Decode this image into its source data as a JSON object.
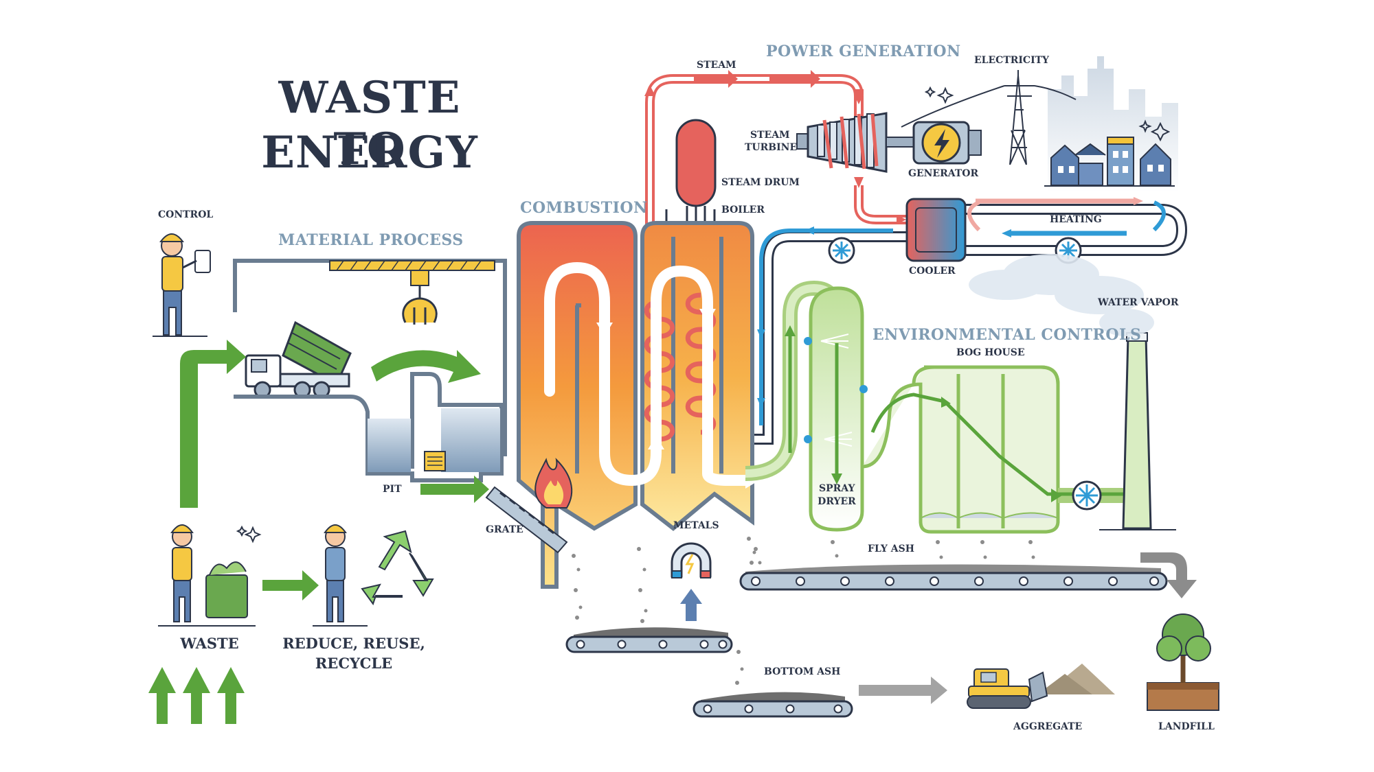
{
  "title": {
    "line1": "WASTE TO",
    "line2": "ENERGY"
  },
  "sections": {
    "power_generation": "POWER GENERATION",
    "combustion": "COMBUSTION",
    "material_process": "MATERIAL PROCESS",
    "environmental_controls": "ENVIRONMENTAL CONTROLS"
  },
  "labels": {
    "steam": "STEAM",
    "electricity": "ELECTRICITY",
    "steam_turbine_1": "STEAM",
    "steam_turbine_2": "TURBINE",
    "generator": "GENERATOR",
    "steam_drum": "STEAM DRUM",
    "boiler": "BOILER",
    "heating": "HEATING",
    "cooler": "COOLER",
    "control": "CONTROL",
    "water_vapor": "WATER VAPOR",
    "bog_house": "BOG HOUSE",
    "pit": "PIT",
    "grate": "GRATE",
    "spray_dryer_1": "SPRAY",
    "spray_dryer_2": "DRYER",
    "metals": "METALS",
    "fly_ash": "FLY ASH",
    "waste": "WASTE",
    "reduce_1": "REDUCE, REUSE,",
    "reduce_2": "RECYCLE",
    "bottom_ash": "BOTTOM ASH",
    "aggregate": "AGGREGATE",
    "landfill": "LANDFILL"
  },
  "colors": {
    "dark": "#2c3548",
    "section_blue": "#7f9bb2",
    "steam_red": "#e5635d",
    "steam_light": "#f0a8a2",
    "water_blue": "#2f9bd6",
    "flow_green": "#5aa43c",
    "light_green": "#c7e3a4",
    "fire_orange": "#f39a3a",
    "fire_yellow": "#fcd86b",
    "ash_gray": "#8c8c8c",
    "conveyor": "#b9c9d8"
  }
}
